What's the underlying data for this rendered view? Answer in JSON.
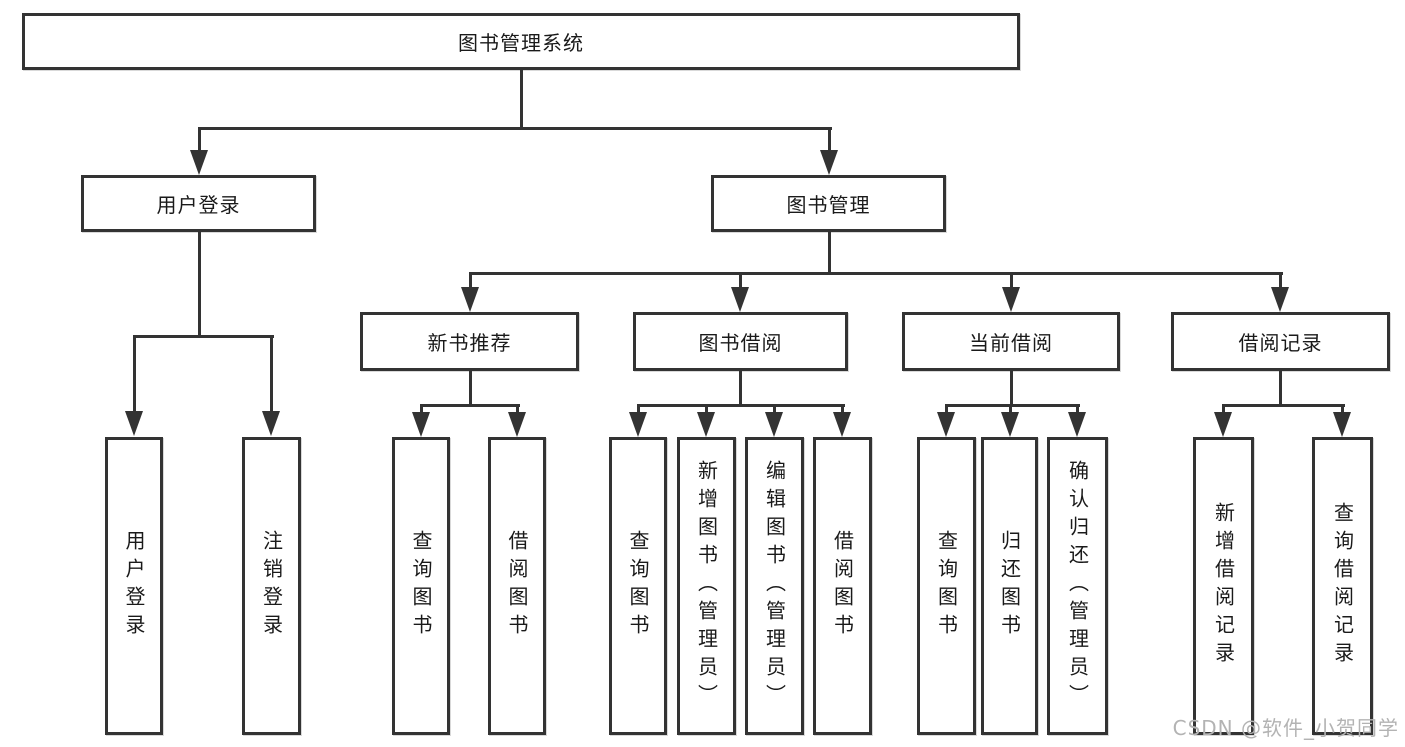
{
  "page": {
    "watermark": "CSDN @软件_小贺同学"
  },
  "colors": {
    "line": "#333333",
    "text": "#1a1a1a",
    "watermark": "#b3b3b3",
    "background": "#ffffff"
  },
  "tree": {
    "root": {
      "label": "图书管理系统"
    },
    "branches": [
      {
        "label": "用户登录",
        "children": [
          {
            "label": "用户登录"
          },
          {
            "label": "注销登录"
          }
        ]
      },
      {
        "label": "图书管理",
        "children": [
          {
            "label": "新书推荐",
            "children": [
              {
                "label": "查询图书"
              },
              {
                "label": "借阅图书"
              }
            ]
          },
          {
            "label": "图书借阅",
            "children": [
              {
                "label": "查询图书"
              },
              {
                "label": "新增图书（管理员）"
              },
              {
                "label": "编辑图书（管理员）"
              },
              {
                "label": "借阅图书"
              }
            ]
          },
          {
            "label": "当前借阅",
            "children": [
              {
                "label": "查询图书"
              },
              {
                "label": "归还图书"
              },
              {
                "label": "确认归还（管理员）"
              }
            ]
          },
          {
            "label": "借阅记录",
            "children": [
              {
                "label": "新增借阅记录"
              },
              {
                "label": "查询借阅记录"
              }
            ]
          }
        ]
      }
    ]
  }
}
